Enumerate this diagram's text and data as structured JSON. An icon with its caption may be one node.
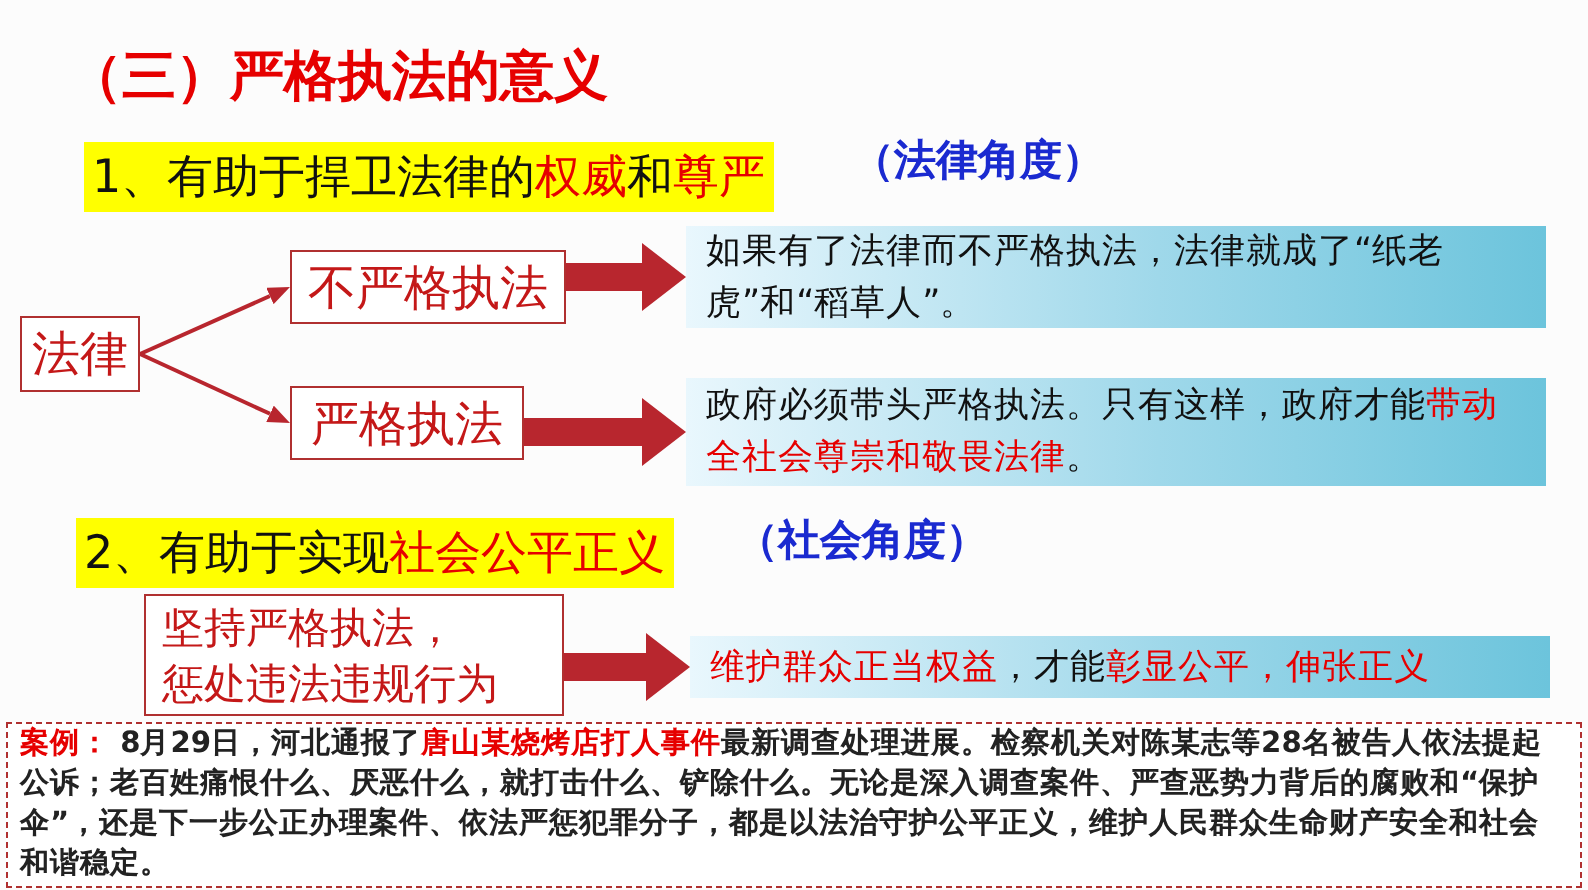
{
  "diagram": {
    "title": "（三）严格执法的意义",
    "nodes": [
      {
        "text": [
          "法律"
        ]
      },
      {
        "text": [
          "不严格执法"
        ]
      },
      {
        "text": [
          "严格执法"
        ]
      },
      {
        "text": [
          "如果有了法律而不严格执法，法律就成了“纸老虎”和“稻草人”。"
        ]
      },
      {
        "text": [
          "政府必须带头严格执法。只有这样，政府才能**带动全社会尊崇和敬畏法律**。"
        ]
      },
      {
        "text": [
          "坚持严格执法，惩处违法违规行为"
        ]
      },
      {
        "text": [
          "**维护群众正当权益**，才能**彰显公平，伸张正义**"
        ]
      },
      {
        "text": [
          "**案例：** 8月29日，河北通报了**唐山某烧烤店打人事件**最新调查处理进展。检察机关对陈某志等28名被告人依法提起公诉；老百姓痛恨什么、厌恶什么，就打击什么、铲除什么。无论是深入调查案件、严查恶势力背后的腐败和“保护伞”，还是下一步公正办理案件、依法严惩犯罪分子，都是以法治守护公平正义，维护人民群众生命财产安全和社会和谐稳定。"
        ]
      }
    ],
    "edges": [
      {
        "from": 0,
        "to": 1,
        "arrow": "to"
      },
      {
        "from": 0,
        "to": 2,
        "arrow": "to"
      },
      {
        "from": 1,
        "to": 3,
        "arrow": "to"
      },
      {
        "from": 2,
        "to": 4,
        "arrow": "to"
      },
      {
        "from": 5,
        "to": 6,
        "arrow": "to"
      }
    ],
    "labels": [
      "1、有助于捍卫法律的**权威**和**尊严**",
      "（法律角度）",
      "2、有助于实现**社会公平正义**",
      "（社会角度）"
    ]
  }
}
